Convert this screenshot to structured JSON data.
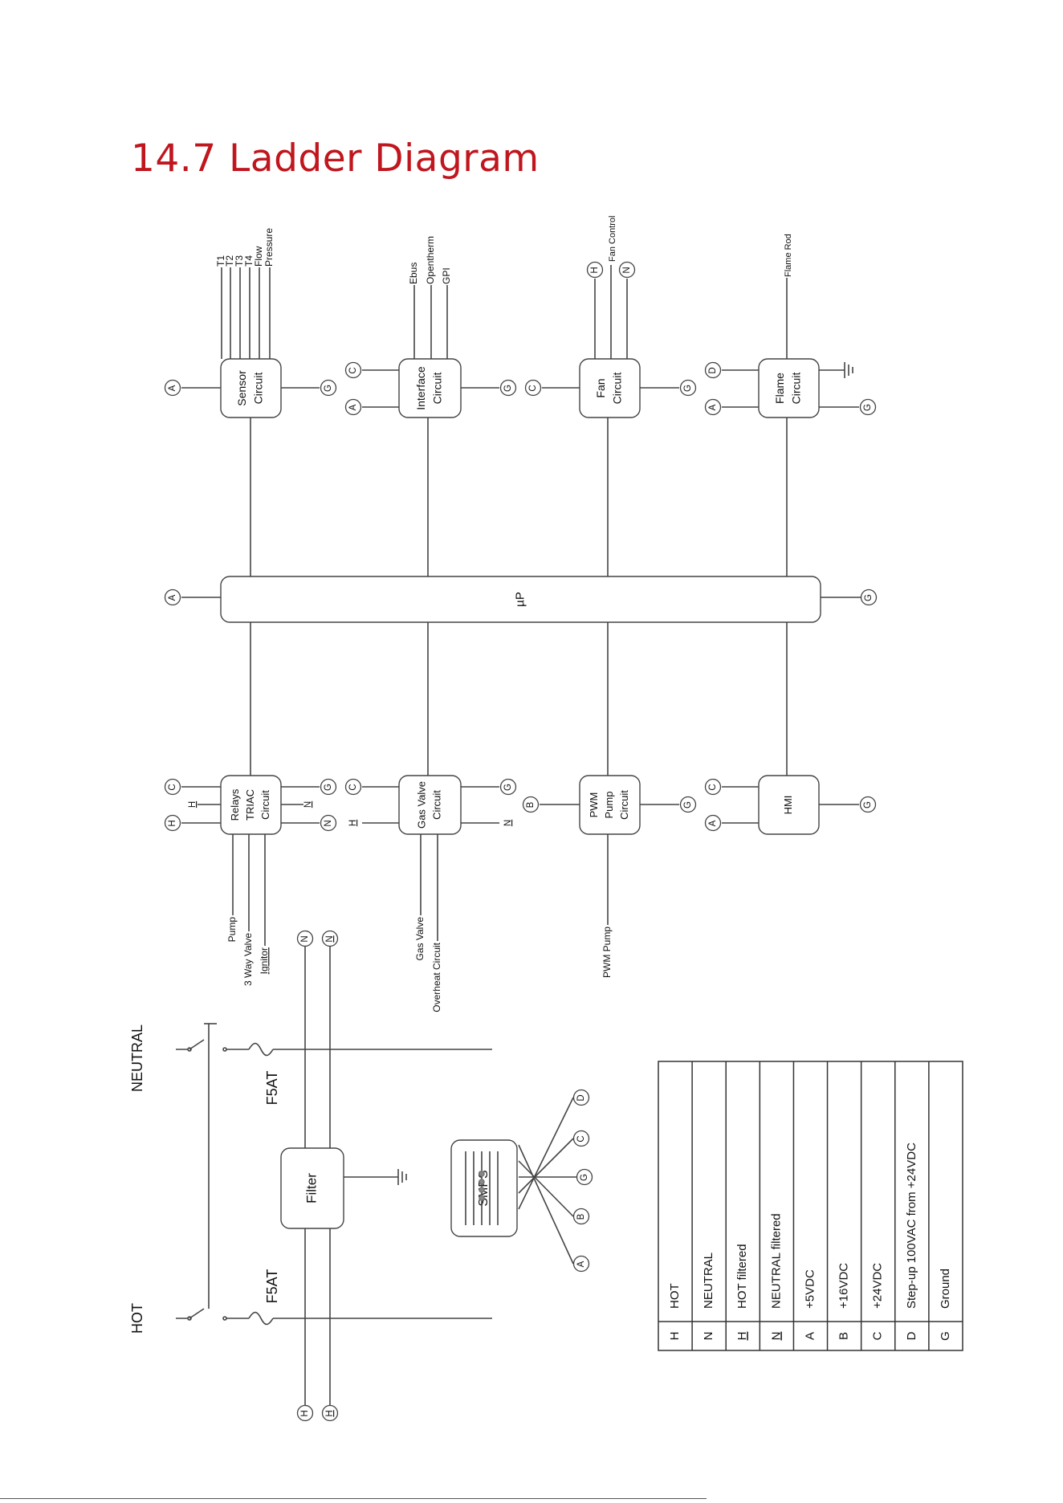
{
  "title": "14.7 Ladder Diagram",
  "blocks": {
    "sensor": [
      "Sensor",
      "Circuit"
    ],
    "interface": [
      "Interface",
      "Circuit"
    ],
    "fan": [
      "Fan",
      "Circuit"
    ],
    "flame": [
      "Flame",
      "Circuit"
    ],
    "micro": "µP",
    "triac": [
      "Relays",
      "TRIAC",
      "Circuit"
    ],
    "gasvalve": [
      "Gas Valve",
      "Circuit"
    ],
    "pwm": [
      "PWM",
      "Pump",
      "Circuit"
    ],
    "hmi": "HMI",
    "filter": "Filter",
    "smps": "SMPS"
  },
  "signals": {
    "sensor": [
      "T1",
      "T2",
      "T3",
      "T4",
      "Flow",
      "Pressure"
    ],
    "interface": [
      "Ebus",
      "Opentherm",
      "GPI"
    ],
    "fan": "Fan Control",
    "flame": "Flame Rod",
    "triac": [
      "Pump",
      "3 Way Valve",
      "Ignitor"
    ],
    "gasvalve": [
      "Gas Valve",
      "Overheat Circuit"
    ],
    "pwm": "PWM Pump"
  },
  "mains": {
    "hot": "HOT",
    "neutral": "NEUTRAL",
    "fuse": "F5AT"
  },
  "terminal_letters": {
    "A": "A",
    "B": "B",
    "C": "C",
    "D": "D",
    "G": "G",
    "H": "H",
    "N": "N"
  },
  "legend": [
    {
      "code": "H",
      "description": "HOT"
    },
    {
      "code": "N",
      "description": "NEUTRAL"
    },
    {
      "code": "H",
      "description": "HOT filtered"
    },
    {
      "code": "N",
      "description": "NEUTRAL filtered"
    },
    {
      "code": "A",
      "description": "+5VDC"
    },
    {
      "code": "B",
      "description": "+16VDC"
    },
    {
      "code": "C",
      "description": "+24VDC"
    },
    {
      "code": "D",
      "description": "Step-up 100VAC from +24VDC"
    },
    {
      "code": "G",
      "description": "Ground"
    }
  ]
}
